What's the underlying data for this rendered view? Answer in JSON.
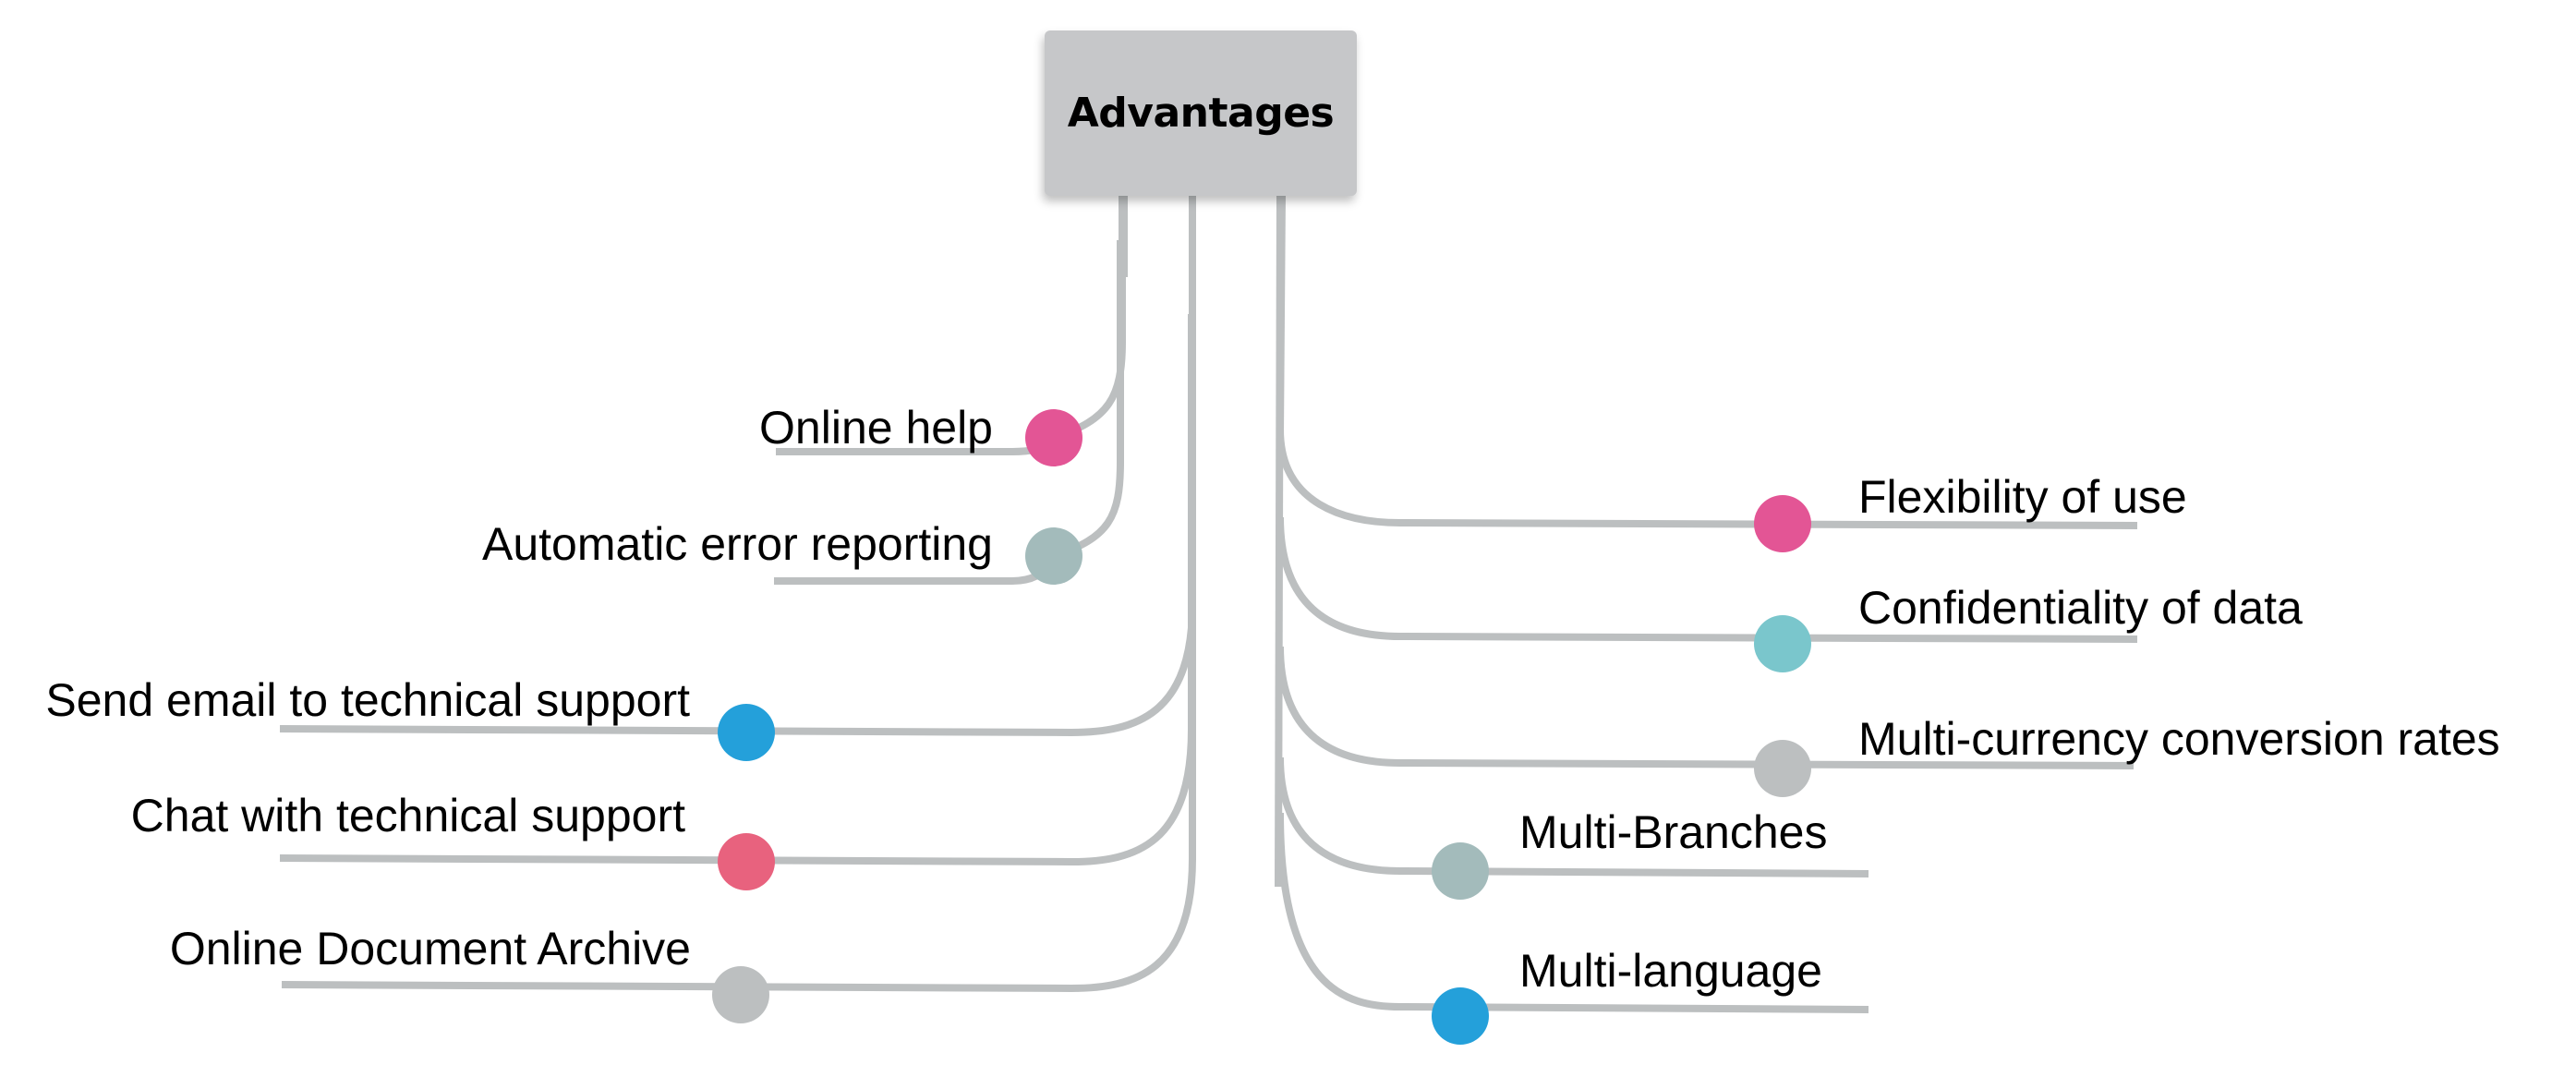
{
  "root": {
    "title": "Advantages",
    "box_color": "#C6C7C9"
  },
  "line_color": "#BCBFC0",
  "branches": {
    "left": [
      {
        "label": "Online help",
        "dot_color": "#E35595"
      },
      {
        "label": "Automatic error reporting",
        "dot_color": "#A3BBBB"
      },
      {
        "label": "Send email to technical support",
        "dot_color": "#24A0DA"
      },
      {
        "label": "Chat with technical support",
        "dot_color": "#E8627E"
      },
      {
        "label": "Online Document Archive",
        "dot_color": "#BCBFC0"
      }
    ],
    "right": [
      {
        "label": "Flexibility of use",
        "dot_color": "#E35595"
      },
      {
        "label": "Confidentiality of data",
        "dot_color": "#7AC6CC"
      },
      {
        "label": "Multi-currency conversion rates",
        "dot_color": "#BCBFC0"
      },
      {
        "label": "Multi-Branches",
        "dot_color": "#A3BBBB"
      },
      {
        "label": "Multi-language",
        "dot_color": "#24A0DA"
      }
    ]
  }
}
